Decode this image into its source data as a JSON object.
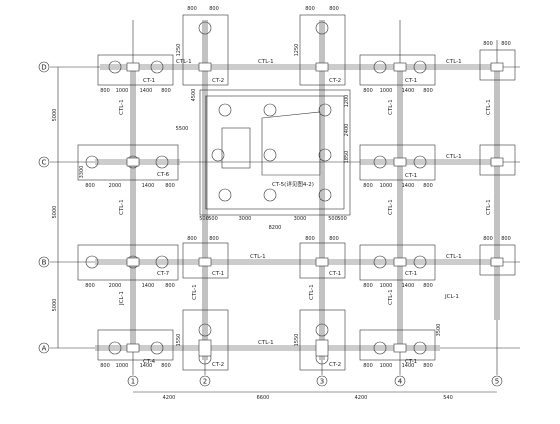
{
  "axes": {
    "rows": [
      "D",
      "C",
      "B",
      "A"
    ],
    "cols": [
      "1",
      "2",
      "3",
      "4",
      "5"
    ]
  },
  "center_label": "CT-5(详见图4-2)",
  "row_spacings": [
    "5000",
    "5000",
    "5000"
  ],
  "col_spacings": [
    "4200",
    "6600",
    "4200",
    "540"
  ],
  "cap_labels": {
    "ct1": "CT-1",
    "ct2": "CT-2",
    "ct4": "CT-4",
    "ct6": "CT-6",
    "ct7": "CT-7"
  },
  "beam_labels": {
    "ctl1": "CTL-1",
    "jcl1": "JCL-1"
  },
  "dims": {
    "d800": "800",
    "d1000": "1000",
    "d1400": "1400",
    "d1200": "1200",
    "d1250": "1250",
    "d2000": "2000",
    "d3000": "3000",
    "d1550": "1550",
    "d2400": "2400",
    "d1850": "1850",
    "d4500": "4500",
    "d3500": "3500",
    "d3300": "3300",
    "d8200": "8200",
    "d500": "500",
    "d5500": "5500"
  }
}
